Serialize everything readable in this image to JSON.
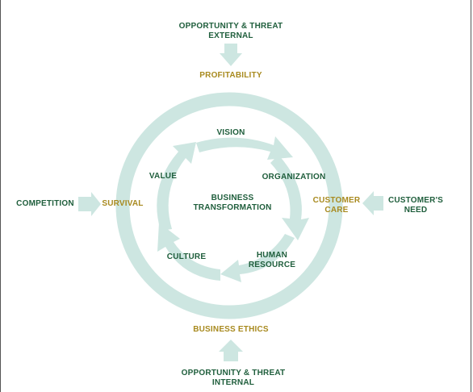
{
  "colors": {
    "arrow_fill": "#cde6e1",
    "ring_stroke": "#cde6e1",
    "outer_text": "#1f5e3c",
    "accent_text": "#a88a1f"
  },
  "labels": {
    "external_line1": "OPPORTUNITY & THREAT",
    "external_line2": "EXTERNAL",
    "profitability": "PROFITABILITY",
    "competition": "COMPETITION",
    "survival": "SURVIVAL",
    "customer_care_line1": "CUSTOMER",
    "customer_care_line2": "CARE",
    "customers_need_line1": "CUSTOMER'S",
    "customers_need_line2": "NEED",
    "business_ethics": "BUSINESS ETHICS",
    "internal_line1": "OPPORTUNITY & THREAT",
    "internal_line2": "INTERNAL",
    "vision": "VISION",
    "organization": "ORGANIZATION",
    "human_line1": "HUMAN",
    "human_line2": "RESOURCE",
    "culture": "CULTURE",
    "value": "VALUE",
    "center_line1": "BUSINESS",
    "center_line2": "TRANSFORMATION"
  }
}
